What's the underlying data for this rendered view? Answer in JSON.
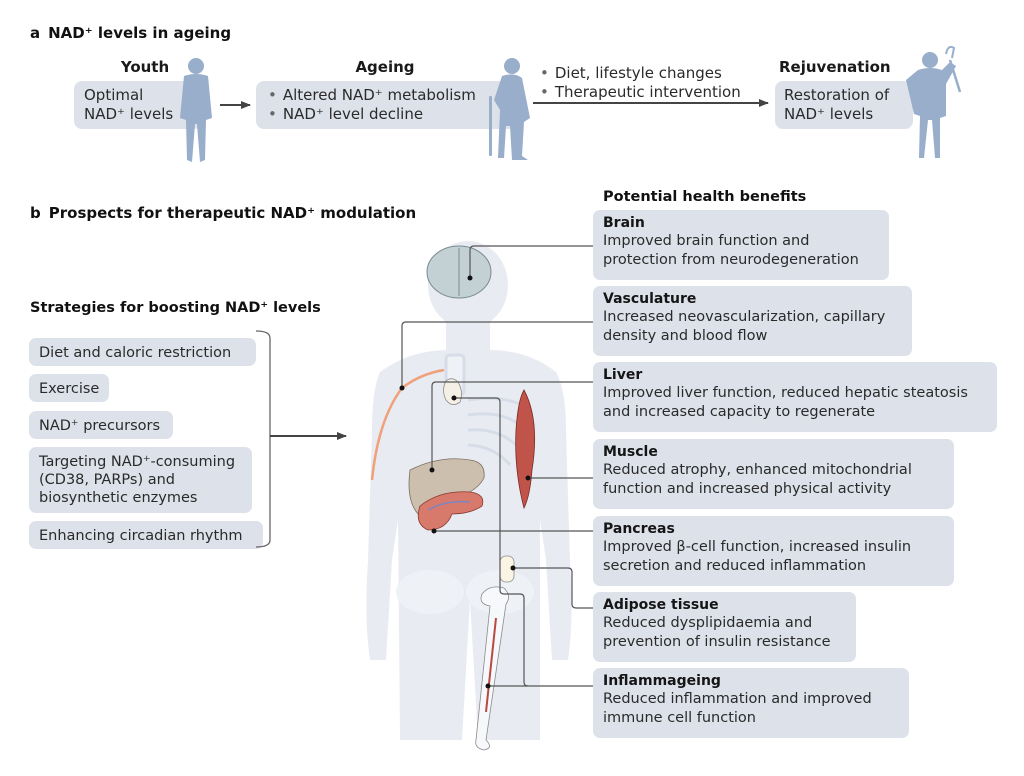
{
  "panel_a": {
    "letter": "a",
    "title": "NAD⁺ levels in ageing",
    "stages": [
      {
        "label": "Youth",
        "lines": [
          "Optimal",
          "NAD⁺ levels"
        ],
        "figure": "young-person-icon"
      },
      {
        "label": "Ageing",
        "bullets": [
          "Altered NAD⁺ metabolism",
          "NAD⁺ level decline"
        ],
        "figure": "elderly-person-with-cane-icon"
      },
      {
        "label": "Rejuvenation",
        "lines": [
          "Restoration of",
          "NAD⁺ levels"
        ],
        "figure": "rejuvenated-person-raising-cane-icon"
      }
    ],
    "interventions": [
      "Diet, lifestyle changes",
      "Therapeutic intervention"
    ]
  },
  "panel_b": {
    "letter": "b",
    "title": "Prospects for therapeutic NAD⁺ modulation",
    "strategies_heading": "Strategies for boosting NAD⁺ levels",
    "strategies": [
      [
        "Diet and caloric restriction"
      ],
      [
        "Exercise"
      ],
      [
        "NAD⁺ precursors"
      ],
      [
        "Targeting NAD⁺-consuming",
        "(CD38, PARPs) and",
        "biosynthetic enzymes"
      ],
      [
        "Enhancing circadian rhythm"
      ]
    ],
    "benefits_heading": "Potential health benefits",
    "benefits": [
      {
        "title": "Brain",
        "lines": [
          "Improved brain function and",
          "protection from neurodegeneration"
        ]
      },
      {
        "title": "Vasculature",
        "lines": [
          "Increased neovascularization, capillary",
          "density and blood flow"
        ]
      },
      {
        "title": "Liver",
        "lines": [
          "Improved liver function, reduced hepatic steatosis",
          "and increased capacity to regenerate"
        ]
      },
      {
        "title": "Muscle",
        "lines": [
          "Reduced atrophy, enhanced mitochondrial",
          "function and increased physical activity"
        ]
      },
      {
        "title": "Pancreas",
        "lines": [
          "Improved β-cell function, increased insulin",
          "secretion and reduced inflammation"
        ]
      },
      {
        "title": "Adipose tissue",
        "lines": [
          "Reduced dysplipidaemia and",
          "prevention of insulin resistance"
        ]
      },
      {
        "title": "Inflammageing",
        "lines": [
          "Reduced inflammation and improved",
          "immune cell function"
        ]
      }
    ]
  },
  "colors": {
    "box_fill": "#dde2ea",
    "silhouette": "#98aecb",
    "body_fill": "#e8ecf2",
    "muscle": "#c0544a",
    "pancreas": "#d77a6c",
    "liver": "#cdbfae",
    "vessel": "#f0a07a",
    "connector": "#555555"
  }
}
